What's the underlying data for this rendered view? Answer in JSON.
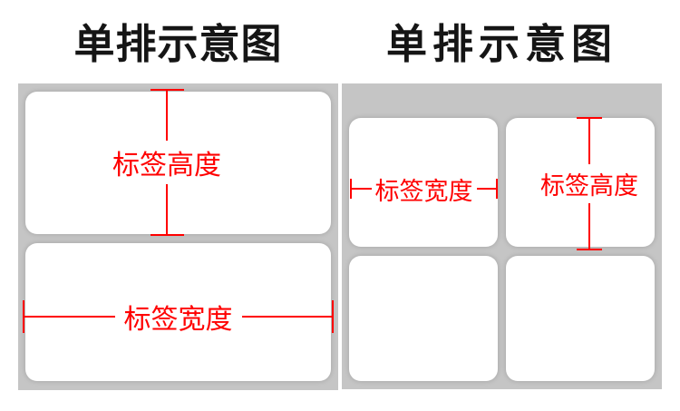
{
  "colors": {
    "backing_sheet_gray": "#c5c5c5",
    "sticker_white": "#ffffff",
    "dimension_red": "#ff0000",
    "title_black": "#151515",
    "page_background": "#ffffff"
  },
  "panels": [
    {
      "title": "单排示意图",
      "layout": "single-column",
      "sticker_count": 2,
      "annotations": [
        {
          "dimension": "height",
          "text": "标签高度"
        },
        {
          "dimension": "width",
          "text": "标签宽度"
        }
      ]
    },
    {
      "title": "单排示意图",
      "layout": "double-column",
      "sticker_count": 4,
      "annotations": [
        {
          "dimension": "width",
          "text": "标签宽度"
        },
        {
          "dimension": "height",
          "text": "标签高度"
        }
      ]
    }
  ]
}
